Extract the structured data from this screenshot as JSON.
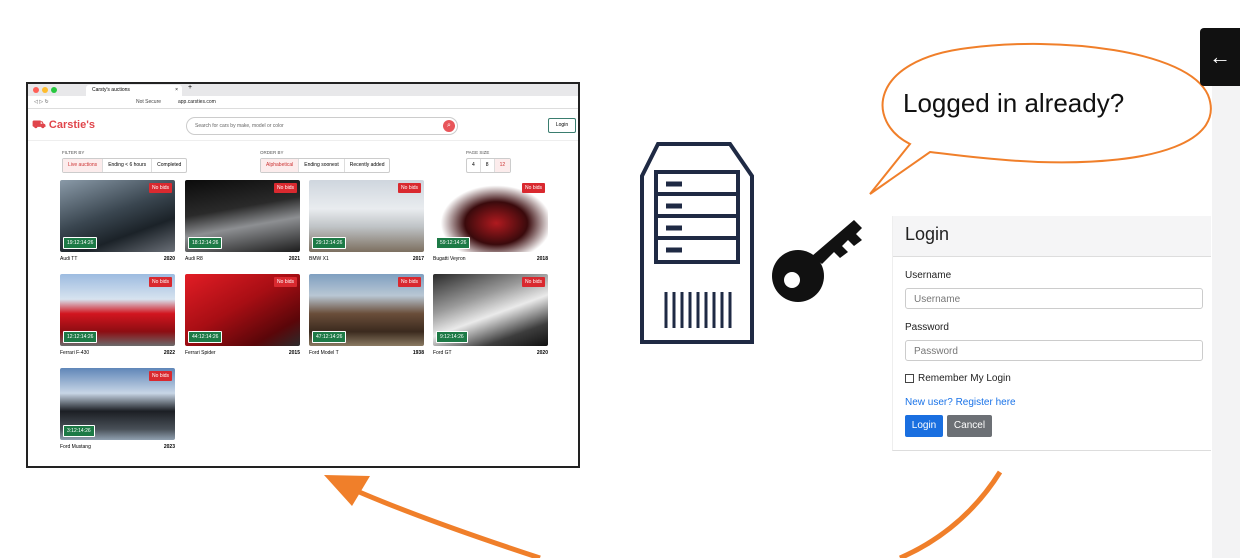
{
  "browser": {
    "tab_title": "Carsty's auctions",
    "secure_label": "Not Secure",
    "url": "app.carsties.com"
  },
  "app": {
    "logo": "Carstie's",
    "search_placeholder": "Search for cars by make, model or color",
    "login_label": "Login",
    "filter_label": "FILTER BY",
    "filters": [
      "Live auctions",
      "Ending < 6 hours",
      "Completed"
    ],
    "order_label": "ORDER BY",
    "orders": [
      "Alphabetical",
      "Ending soonest",
      "Recently added"
    ],
    "pagesize_label": "PAGE SIZE",
    "pagesizes": [
      "4",
      "8",
      "12"
    ],
    "cars": [
      {
        "name": "Audi TT",
        "year": "2020",
        "badge": "No bids",
        "timer": "19:12:14:26"
      },
      {
        "name": "Audi R8",
        "year": "2021",
        "badge": "No bids",
        "timer": "18:12:14:26"
      },
      {
        "name": "BMW X1",
        "year": "2017",
        "badge": "No bids",
        "timer": "29:12:14:26"
      },
      {
        "name": "Bugatti Veyron",
        "year": "2018",
        "badge": "No bids",
        "timer": "59:12:14:26"
      },
      {
        "name": "Ferrari F-430",
        "year": "2022",
        "badge": "No bids",
        "timer": "12:12:14:26"
      },
      {
        "name": "Ferrari Spider",
        "year": "2015",
        "badge": "No bids",
        "timer": "44:12:14:26"
      },
      {
        "name": "Ford Model T",
        "year": "1938",
        "badge": "No bids",
        "timer": "47:12:14:26"
      },
      {
        "name": "Ford GT",
        "year": "2020",
        "badge": "No bids",
        "timer": "9:12:14:26"
      },
      {
        "name": "Ford Mustang",
        "year": "2023",
        "badge": "No bids",
        "timer": "3:12:14:26"
      }
    ]
  },
  "bubble": {
    "text": "Logged in already?"
  },
  "login_form": {
    "title": "Login",
    "username_label": "Username",
    "username_placeholder": "Username",
    "password_label": "Password",
    "password_placeholder": "Password",
    "remember_label": "Remember My Login",
    "register_link": "New user? Register here",
    "login_button": "Login",
    "cancel_button": "Cancel"
  },
  "icons": {
    "server": "server-icon",
    "key": "key-icon",
    "back": "arrow-left-icon"
  },
  "colors": {
    "accent": "#e0454b",
    "arrow": "#f07f2a",
    "server": "#1f2a44",
    "timer": "#1d7a46",
    "badge": "#d9292f",
    "primary": "#1a73e8"
  }
}
